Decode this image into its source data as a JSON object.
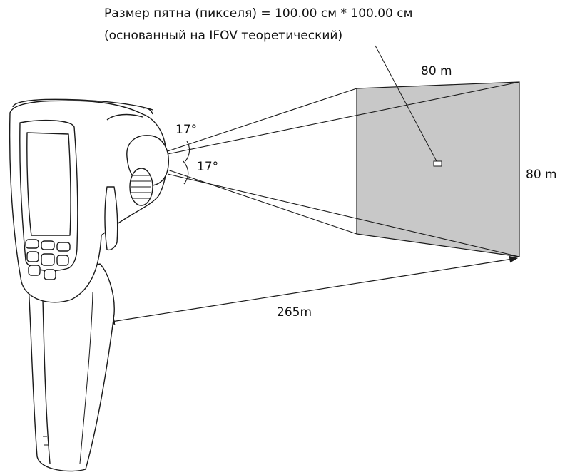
{
  "annotations": {
    "spot_size_line": "Размер пятна (пикселя) = 100.00 см * 100.00 см",
    "spot_size_note": "(основанный на IFOV теоретический)",
    "target_width": "80 m",
    "target_height": "80 m",
    "horizontal_fov": "17°",
    "vertical_fov": "17°",
    "distance": "265m"
  },
  "colors": {
    "target_fill": "#c8c8c8",
    "line": "#1a1a1a"
  }
}
